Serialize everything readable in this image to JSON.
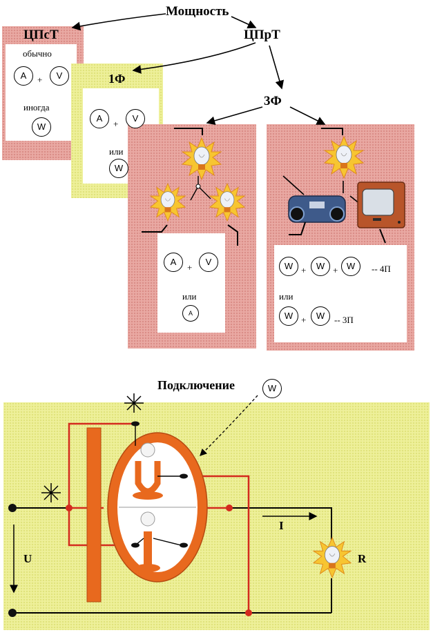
{
  "top": {
    "power_title": "Мощность",
    "dc_label": "ЦПсТ",
    "ac_label": "ЦПрТ",
    "single_phase": "1Ф",
    "three_phase": "3Ф"
  },
  "dc_box": {
    "usually": "обычно",
    "sometimes": "иногда",
    "ammeter": "A",
    "voltmeter": "V",
    "wattmeter": "W",
    "plus": "+"
  },
  "single_phase_box": {
    "ammeter": "A",
    "voltmeter": "V",
    "plus": "+",
    "or": "или",
    "wattmeter": "W"
  },
  "three_phase_sym": {
    "ammeter": "A",
    "voltmeter": "V",
    "plus": "+",
    "or": "или",
    "small_meter": "A"
  },
  "three_phase_asym": {
    "w": "W",
    "plus": "+",
    "four_wire": "-- 4П",
    "or": "или",
    "three_wire": "-- 3П"
  },
  "connection": {
    "title": "Подключение",
    "wattmeter": "W",
    "current": "I",
    "voltage": "U",
    "resistance": "R"
  },
  "colors": {
    "pink_panel": "#e9a9a3",
    "yellow_panel": "#eef09a",
    "wire_red": "#d42a1e",
    "orange": "#e8691e",
    "lamp_glow": "#f7c531"
  }
}
